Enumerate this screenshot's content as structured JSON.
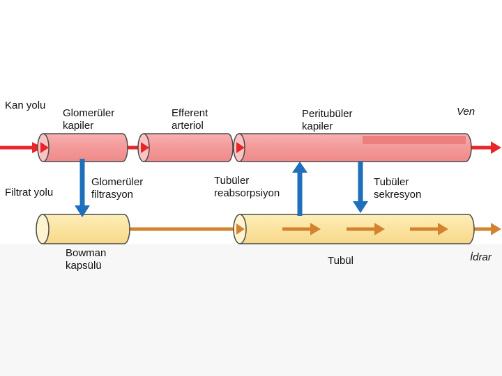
{
  "labels": {
    "blood_route": "Kan yolu",
    "filtrate_route": "Filtrat yolu",
    "glomerular_capillary": "Glomerüler\nkapiler",
    "efferent_arteriole": "Efferent\narteriol",
    "peritubular_capillary": "Peritubüler\nkapiler",
    "vein": "Ven",
    "glomerular_filtration": "Glomerüler\nfiltrasyon",
    "tubular_reabsorption": "Tubüler\nreabsorpsiyon",
    "tubular_secretion": "Tubüler\nsekresyon",
    "bowman_capsule": "Bowman\nkapsülü",
    "tubule": "Tubül",
    "urine": "İdrar"
  },
  "colors": {
    "blood_vessel": "#f49b9b",
    "blood_vessel_end": "#fbc4c4",
    "vessel_outline": "#4a4a4a",
    "blood_flow_arrow": "#e8262a",
    "tubule": "#fbe6a2",
    "tubule_end": "#fff4d0",
    "filtrate_flow_arrow": "#d4822f",
    "exchange_arrow": "#1f6fba",
    "background_lower": "#f7f7f7"
  }
}
